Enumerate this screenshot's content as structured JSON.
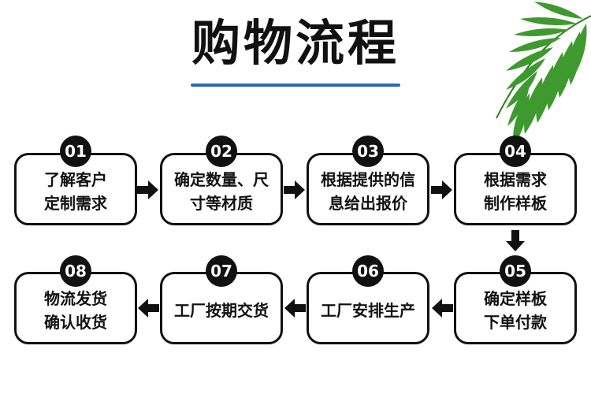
{
  "title": "购物流程",
  "steps": [
    {
      "num": "01",
      "line1": "了解客户",
      "line2": "定制需求"
    },
    {
      "num": "02",
      "line1": "确定数量、尺",
      "line2": "寸等材质"
    },
    {
      "num": "03",
      "line1": "根据提供的信",
      "line2": "息给出报价"
    },
    {
      "num": "04",
      "line1": "根据需求",
      "line2": "制作样板"
    },
    {
      "num": "05",
      "line1": "确定样板",
      "line2": "下单付款"
    },
    {
      "num": "06",
      "line1": "工厂安排生产",
      "line2": ""
    },
    {
      "num": "07",
      "line1": "工厂按期交货",
      "line2": ""
    },
    {
      "num": "08",
      "line1": "物流发货",
      "line2": "确认收货"
    }
  ],
  "colors": {
    "accent": "#2f63c4",
    "ink": "#111111",
    "palm": "#3e9a2e"
  },
  "decorations": [
    "palm-leaf-icon"
  ]
}
